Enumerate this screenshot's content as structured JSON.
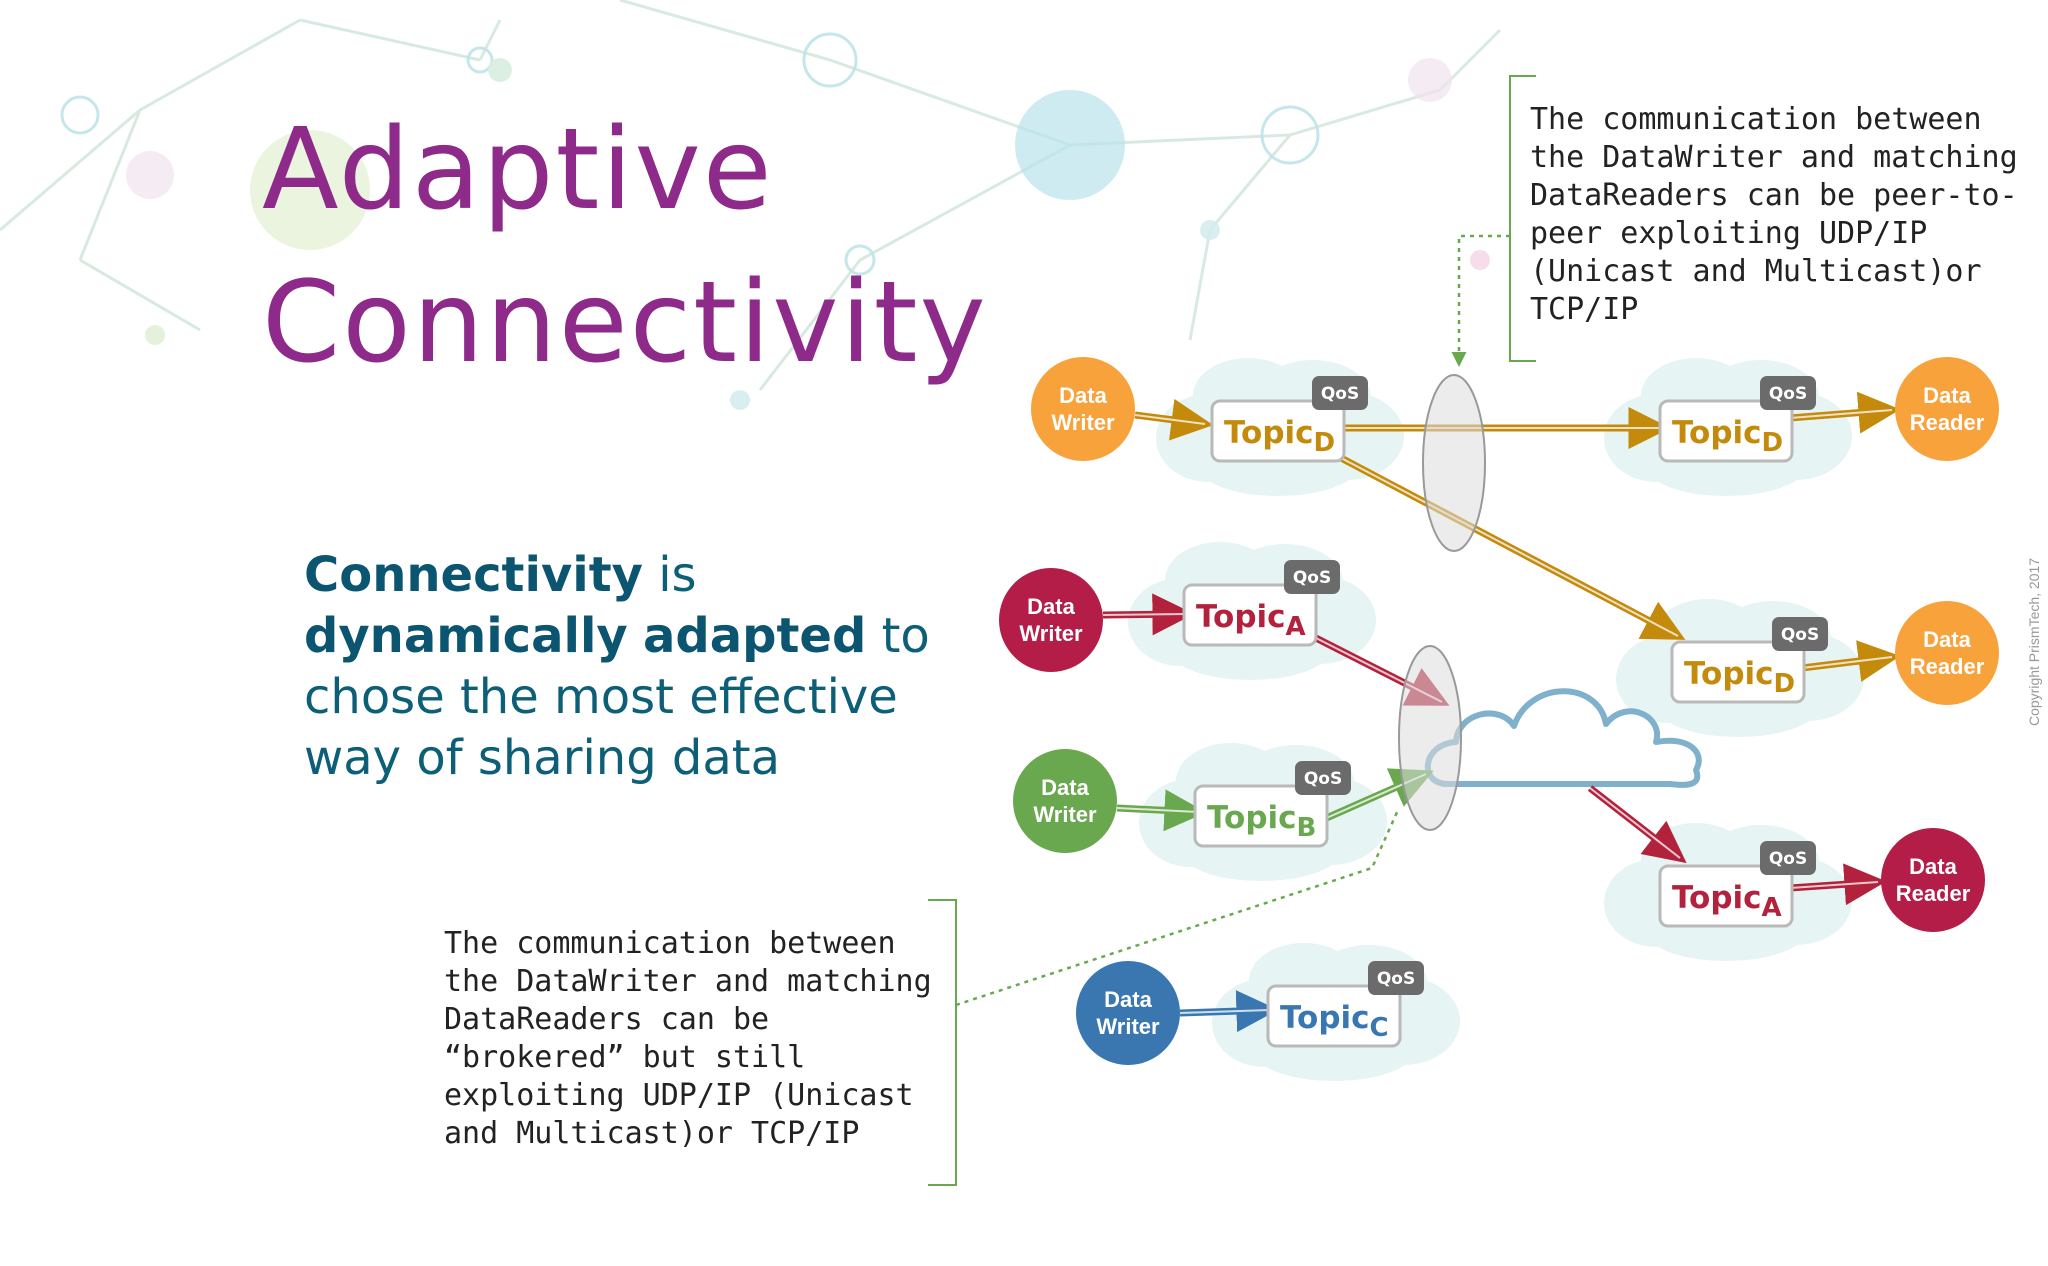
{
  "title": {
    "line1": "Adaptive",
    "line2": "Connectivity"
  },
  "headline": {
    "w1": "Connectivity",
    "w2": "is",
    "w3": "dynamically",
    "w4": "adapted",
    "w5": "to chose the most effective way of sharing data"
  },
  "notes": {
    "peer_to_peer": "The communication between\nthe DataWriter and matching\nDataReaders can be peer-to-\npeer exploiting UDP/IP\n(Unicast and Multicast)or\nTCP/IP",
    "brokered": "The communication between\nthe DataWriter and matching\nDataReaders can be\n“brokered” but still\nexploiting UDP/IP (Unicast\nand Multicast)or TCP/IP"
  },
  "copyright": "Copyright PrismTech, 2017",
  "colors": {
    "orange": "#f8a23c",
    "red": "#b31d48",
    "green": "#6aa84f",
    "blue": "#3a77b0",
    "topic_d": "#c38a0c",
    "topic_a": "#b3223c",
    "topic_b": "#6aa84f",
    "topic_c": "#3a77b0",
    "cloud": "#e7f4f4",
    "qos": "#6b6b6b",
    "title": "#8e2a8a",
    "headline": "#0d5f78"
  },
  "labels": {
    "data": "Data",
    "writer": "Writer",
    "reader": "Reader",
    "qos": "QoS",
    "topic": "Topic"
  },
  "nodes": [
    {
      "id": "w_d",
      "kind": "writer",
      "color": "orange"
    },
    {
      "id": "w_a",
      "kind": "writer",
      "color": "red"
    },
    {
      "id": "w_b",
      "kind": "writer",
      "color": "green"
    },
    {
      "id": "w_c",
      "kind": "writer",
      "color": "blue"
    },
    {
      "id": "r_d1",
      "kind": "reader",
      "color": "orange"
    },
    {
      "id": "r_d2",
      "kind": "reader",
      "color": "orange"
    },
    {
      "id": "r_a",
      "kind": "reader",
      "color": "red"
    }
  ],
  "topics": [
    {
      "id": "t_wd",
      "sub": "D",
      "color": "topic_d"
    },
    {
      "id": "t_wa",
      "sub": "A",
      "color": "topic_a"
    },
    {
      "id": "t_wb",
      "sub": "B",
      "color": "topic_b"
    },
    {
      "id": "t_wc",
      "sub": "C",
      "color": "topic_c"
    },
    {
      "id": "t_rd1",
      "sub": "D",
      "color": "topic_d"
    },
    {
      "id": "t_rd2",
      "sub": "D",
      "color": "topic_d"
    },
    {
      "id": "t_ra",
      "sub": "A",
      "color": "topic_a"
    }
  ]
}
